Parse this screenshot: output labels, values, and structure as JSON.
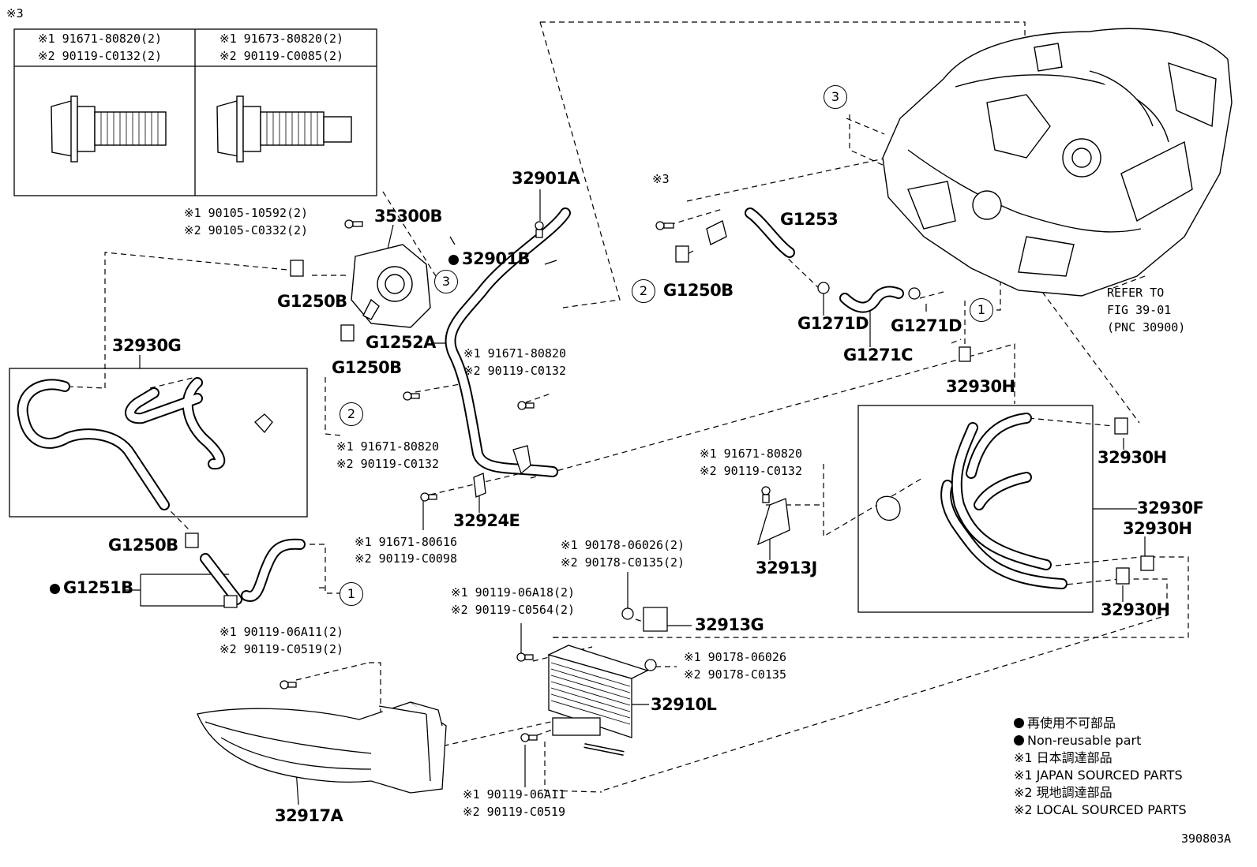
{
  "note3_header": "※3",
  "bolt_table": {
    "col1": {
      "line1": "※1 91671-80820(2)",
      "line2": "※2 90119-C0132(2)"
    },
    "col2": {
      "line1": "※1 91673-80820(2)",
      "line2": "※2 90119-C0085(2)"
    }
  },
  "parts": {
    "p35300B": "35300B",
    "p32901A": "32901A",
    "p32901B": "32901B",
    "pG1250B_a": "G1250B",
    "pG1250B_b": "G1250B",
    "pG1250B_c": "G1250B",
    "pG1250B_d": "G1250B",
    "pG1252A": "G1252A",
    "pG1253": "G1253",
    "pG1271D_a": "G1271D",
    "pG1271D_b": "G1271D",
    "pG1271C": "G1271C",
    "p32930G": "32930G",
    "p32930H_a": "32930H",
    "p32930H_b": "32930H",
    "p32930H_c": "32930H",
    "p32930H_d": "32930H",
    "p32930F": "32930F",
    "p32924E": "32924E",
    "p32913J": "32913J",
    "p32913G": "32913G",
    "p32910L": "32910L",
    "p32917A": "32917A",
    "pG1251B": "G1251B",
    "note3_small": "※3"
  },
  "notes": {
    "n1": [
      "※1 90105-10592(2)",
      "※2 90105-C0332(2)"
    ],
    "n2": [
      "※1 91671-80820",
      "※2 90119-C0132"
    ],
    "n3": [
      "※1 91671-80820",
      "※2 90119-C0132"
    ],
    "n4": [
      "※1 91671-80616",
      "※2 90119-C0098"
    ],
    "n5": [
      "※1 91671-80820",
      "※2 90119-C0132"
    ],
    "n6": [
      "※1  90178-06026(2)",
      "※2  90178-C0135(2)"
    ],
    "n7": [
      "※1 90119-06A18(2)",
      "※2 90119-C0564(2)"
    ],
    "n8": [
      "※1 90119-06A11(2)",
      "※2 90119-C0519(2)"
    ],
    "n9": [
      "※1 90178-06026",
      "※2 90178-C0135"
    ],
    "n10": [
      "※1 90119-06A11",
      "※2 90119-C0519"
    ]
  },
  "refer": [
    "REFER TO",
    "FIG 39-01",
    "(PNC 30900)"
  ],
  "circles": {
    "c1": "1",
    "c2": "2",
    "c3": "3"
  },
  "legend": {
    "l1": "再使用不可部品",
    "l2": "Non-reusable part",
    "l3": "※1 日本調達部品",
    "l4": "※1 JAPAN SOURCED PARTS",
    "l5": "※2 現地調達部品",
    "l6": "※2 LOCAL SOURCED PARTS"
  },
  "figure_id": "390803A"
}
